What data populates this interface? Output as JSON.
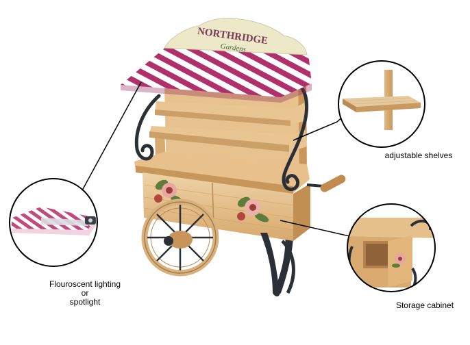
{
  "signboard": {
    "brand_line1": "NORTHRIDGE",
    "brand_line2": "Gardens"
  },
  "callouts": {
    "lighting": {
      "label_line1": "Flouroscent lighting",
      "label_line2": "or",
      "label_line3": "spotlight"
    },
    "shelves": {
      "label": "adjustable shelves"
    },
    "storage": {
      "label": "Storage cabinet"
    }
  },
  "colors": {
    "awning_stripe": "#b0306b",
    "wood_light": "#e8c594",
    "wood_mid": "#d9ab70",
    "wood_dark": "#b98a52",
    "iron": "#2b2f36",
    "sign_bg": "#ece8c8",
    "sign_text": "#7a3a58"
  }
}
